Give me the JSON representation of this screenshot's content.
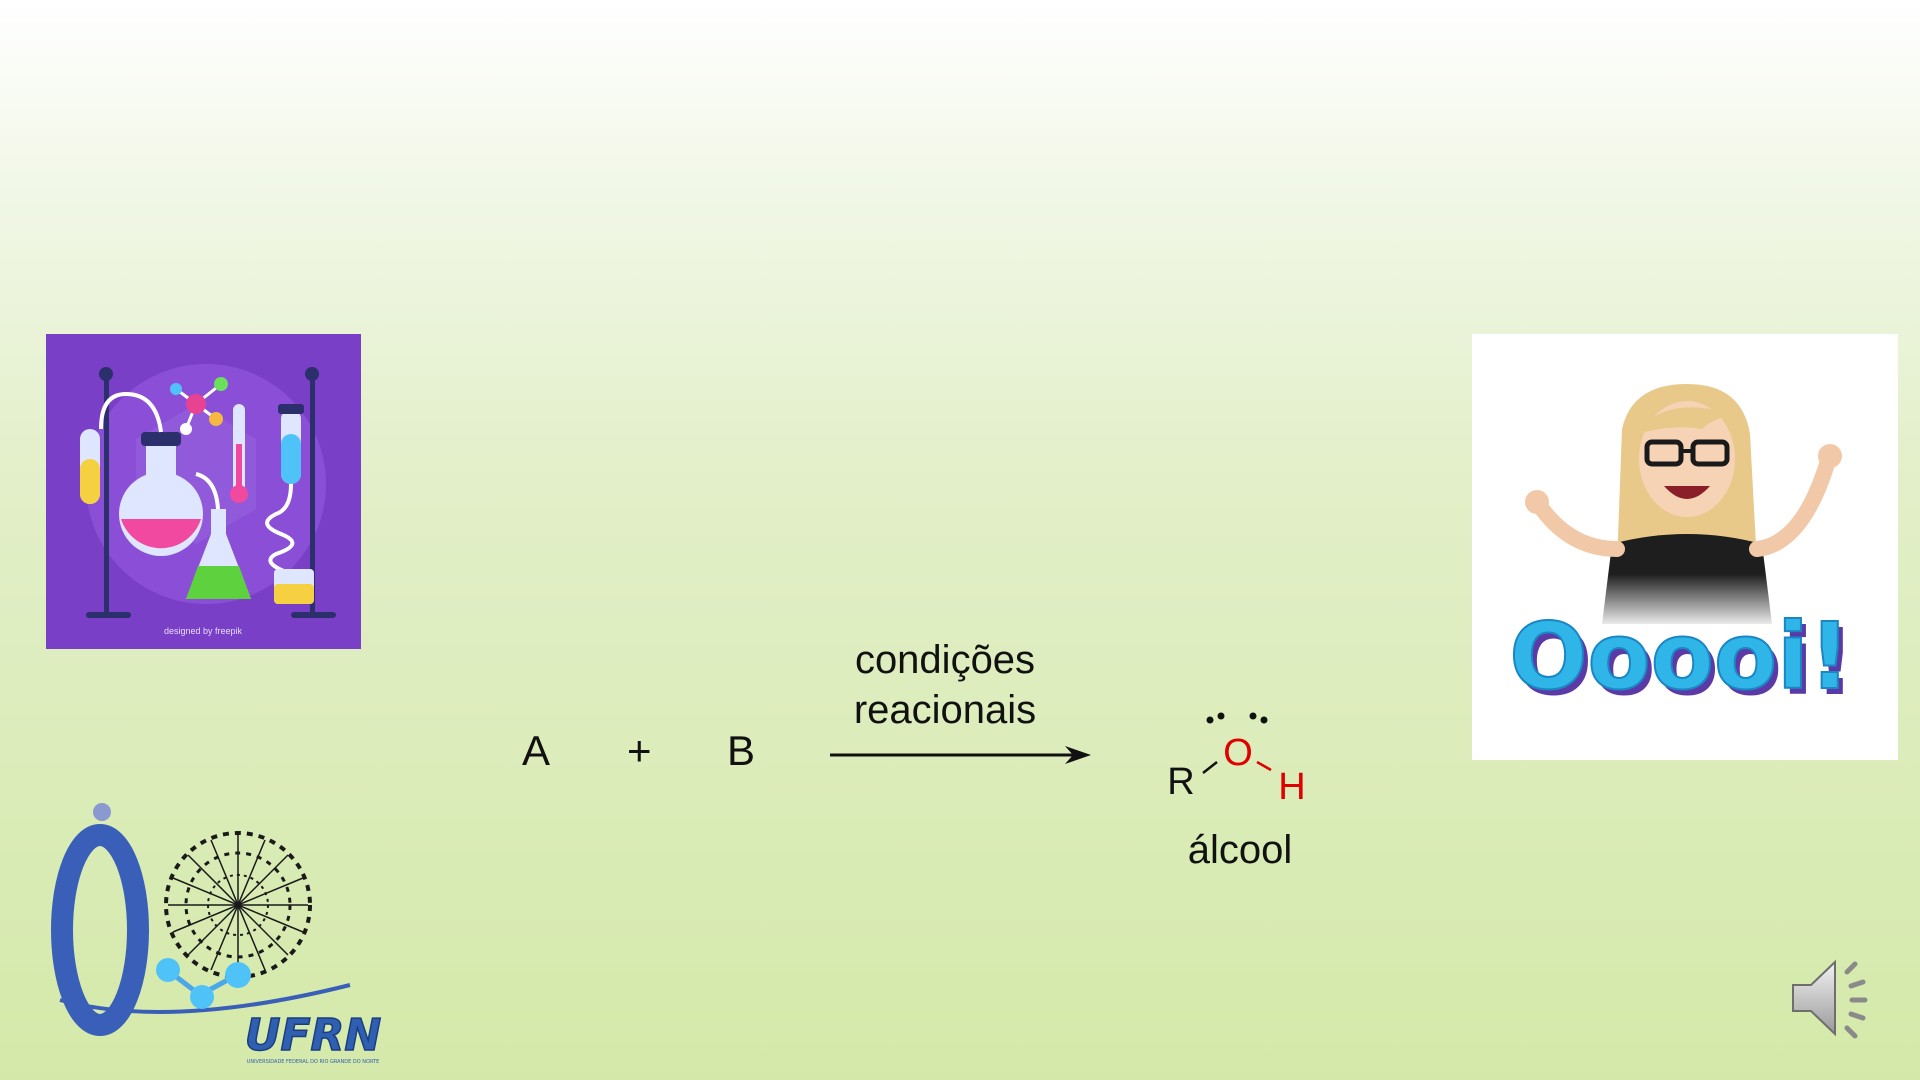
{
  "slide": {
    "background_top": "#ffffff",
    "background_bottom": "#d4e9a9"
  },
  "lab_illustration": {
    "credit": "designed by freepik",
    "background_color": "#7a3fc7"
  },
  "avatar": {
    "greeting": "Ooooi!",
    "greeting_color": "#2fb5e8"
  },
  "logo": {
    "text": "UFRN",
    "subtext": "UNIVERSIDADE FEDERAL DO RIO GRANDE DO NORTE",
    "color": "#2f5fb0"
  },
  "reaction": {
    "reagent_a": "A",
    "plus": "+",
    "reagent_b": "B",
    "conditions_line1": "condições",
    "conditions_line2": "reacionais",
    "product": {
      "r": "R",
      "o": "O",
      "h": "H",
      "name": "álcool"
    },
    "highlight_color": "#e00000"
  },
  "audio": {
    "icon": "speaker-icon"
  }
}
